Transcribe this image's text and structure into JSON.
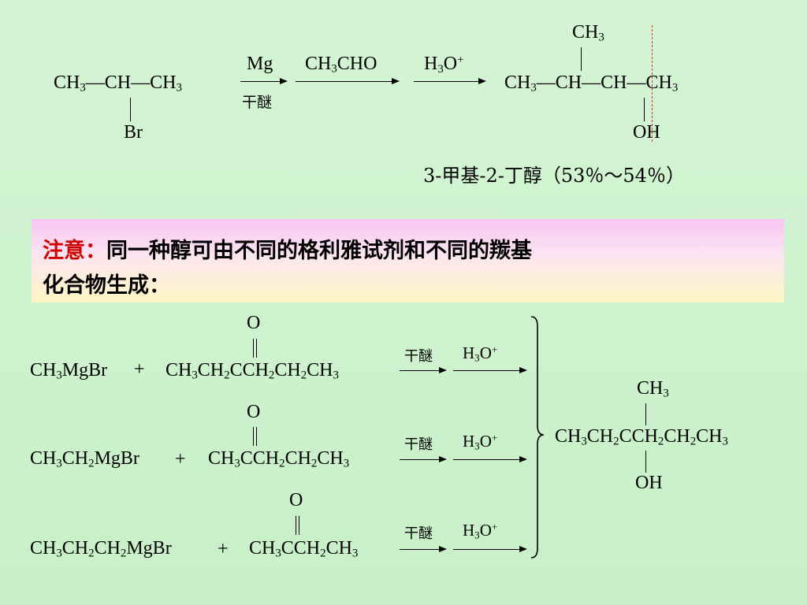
{
  "top_reaction": {
    "reactant_main": "CH3—CH—CH3",
    "reactant_sub": "Br",
    "arrow1_top": "Mg",
    "arrow1_bottom": "干醚",
    "arrow2_top": "CH3CHO",
    "arrow3_top": "H3O+",
    "product_top": "CH3",
    "product_main": "CH3—CH—CH—CH3",
    "product_sub": "OH",
    "product_name": "3-甲基-2-丁醇（53％～54％）"
  },
  "note": {
    "head": "注意：",
    "line1": "同一种醇可由不同的格利雅试剂和不同的羰基",
    "line2": "化合物生成："
  },
  "reactions": [
    {
      "grignard": "CH3MgBr",
      "carbonyl_o": "O",
      "carbonyl": "CH3CH2CCH2CH2CH3",
      "cond1": "干醚",
      "cond2": "H3O+"
    },
    {
      "grignard": "CH3CH2MgBr",
      "carbonyl_o": "O",
      "carbonyl": "CH3CCH2CH2CH3",
      "cond1": "干醚",
      "cond2": "H3O+"
    },
    {
      "grignard": "CH3CH2CH2MgBr",
      "carbonyl_o": "O",
      "carbonyl": "CH3CCH2CH3",
      "cond1": "干醚",
      "cond2": "H3O+"
    }
  ],
  "plus": "+",
  "final_product": {
    "top": "CH3",
    "main": "CH3CH2CCH2CH2CH3",
    "bottom": "OH"
  }
}
